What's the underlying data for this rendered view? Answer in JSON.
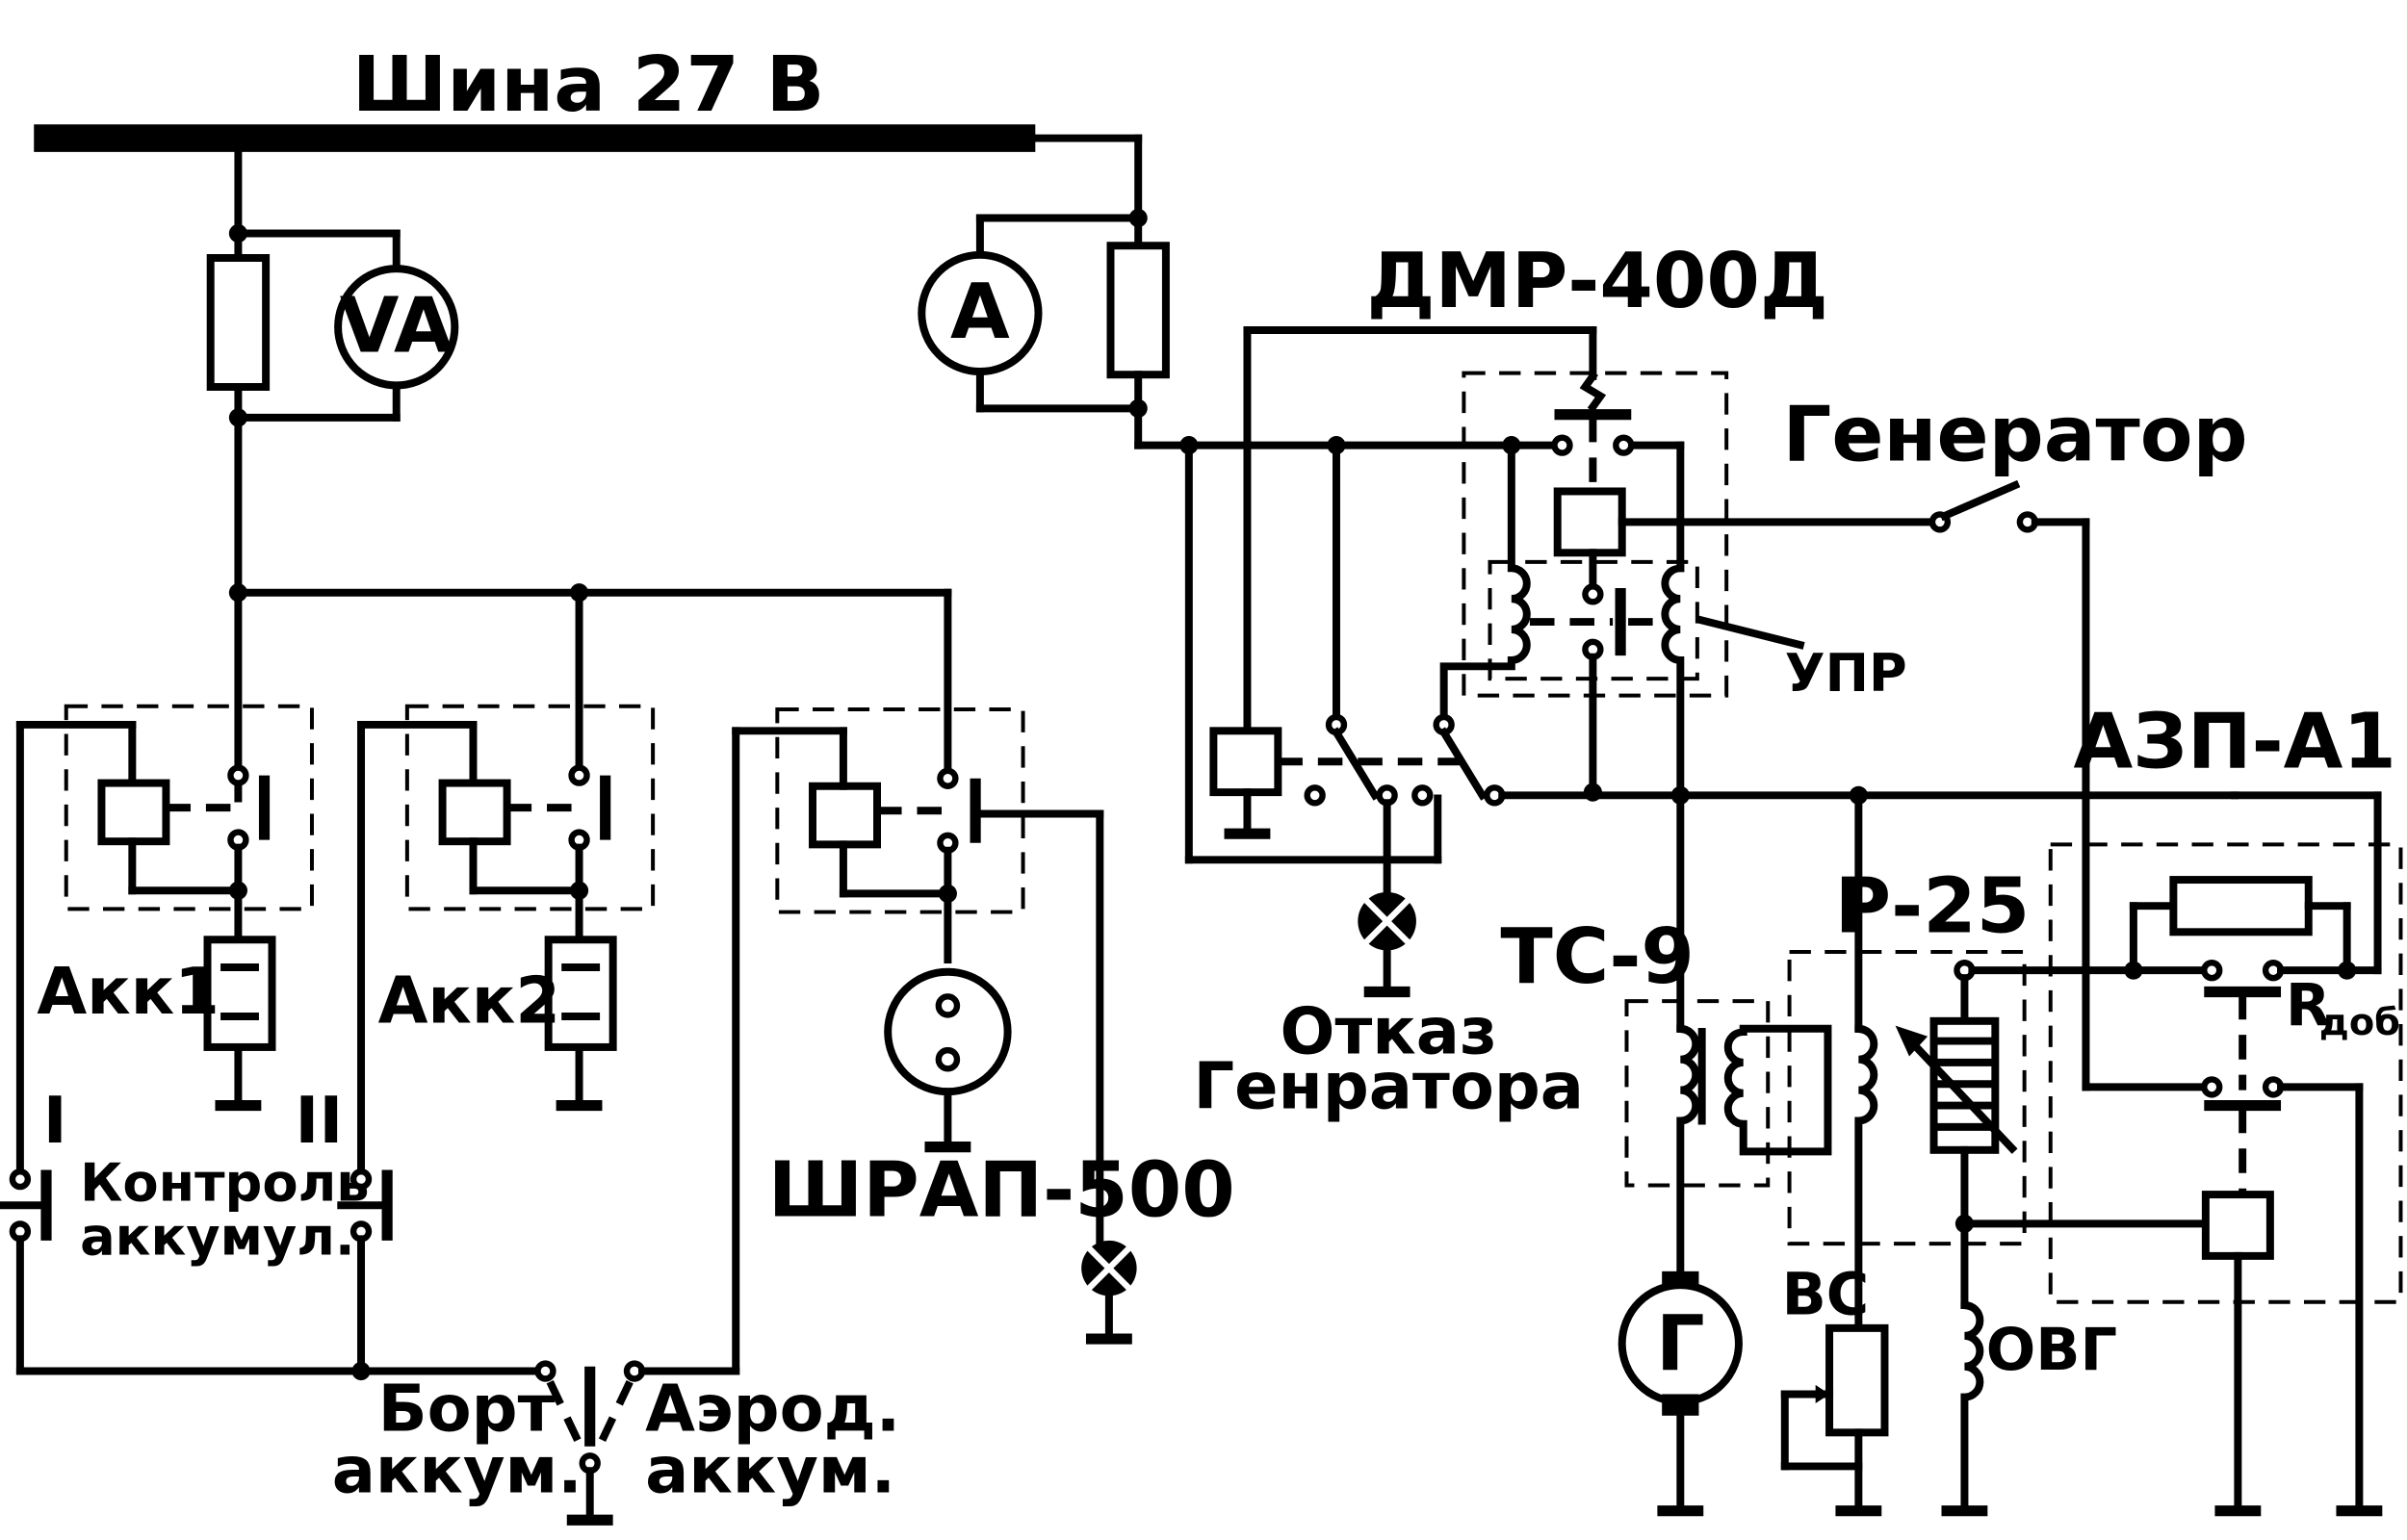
{
  "labels": {
    "bus": "Шина 27 В",
    "voltammeter": "VA",
    "ammeter": "A",
    "dmr": "ДМР-400Д",
    "generator_switch": "Генератор",
    "upr": "УПР",
    "azp": "АЗП-А1",
    "ts9": "ТС-9",
    "r25": "Р-25",
    "r_add_main": "R",
    "r_add_sub": "доб",
    "akk1": "Акк1",
    "akk2": "Акк2",
    "shrap": "ШРАП-500",
    "roman1": "I",
    "roman2": "II",
    "control_line1": "Контроль",
    "control_line2": "аккумул.",
    "failure_line1": "Отказ",
    "failure_line2": "Генратора",
    "board_line1": "Борт",
    "board_line2": "аккум.",
    "aerod_line1": "Аэрод.",
    "aerod_line2": "аккум.",
    "generator_symbol": "Г",
    "vs": "ВС",
    "ovg": "ОВГ"
  }
}
